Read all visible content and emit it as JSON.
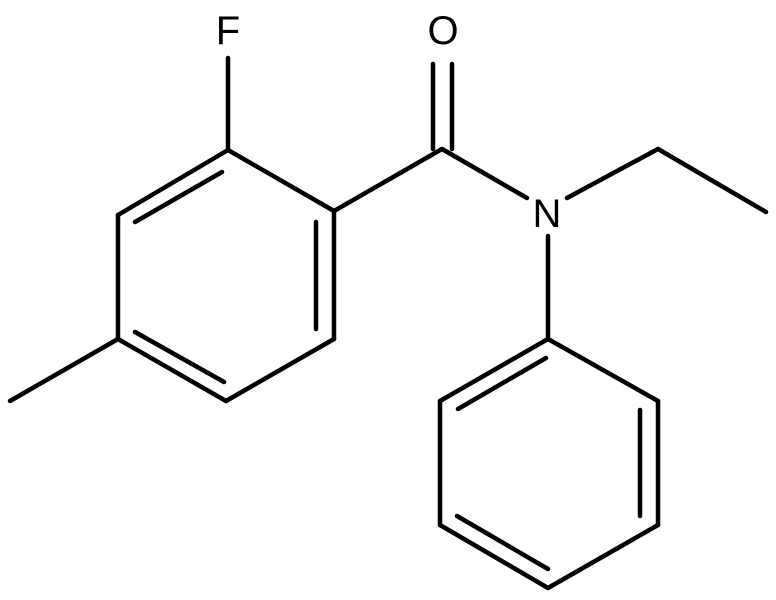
{
  "molecule": {
    "atoms": {
      "fluorine": "F",
      "oxygen": "O",
      "nitrogen": "N"
    },
    "colors": {
      "bond": "#000000",
      "label": "#000000",
      "background": "#ffffff"
    }
  }
}
